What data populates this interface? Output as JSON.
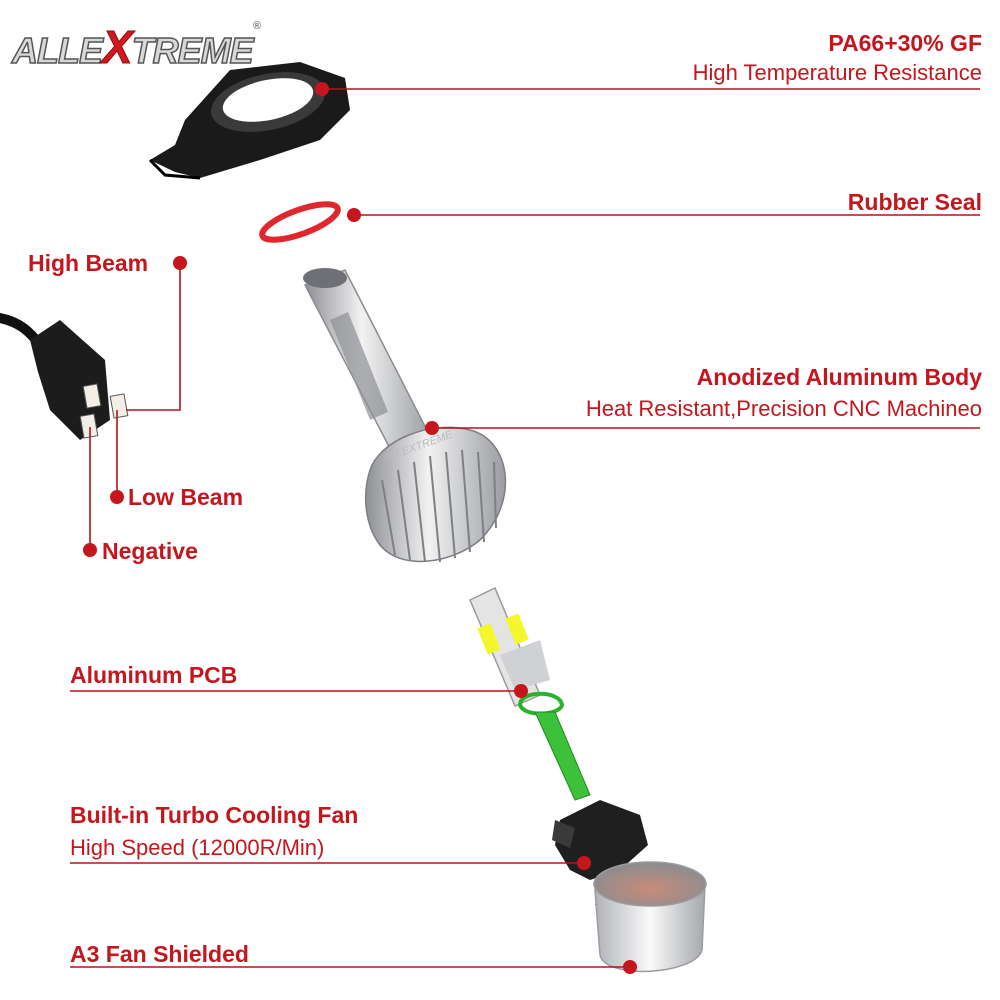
{
  "logo": {
    "part1": "ALLE",
    "part2": "X",
    "part3": "TREME",
    "registered": "®"
  },
  "labels": {
    "housing_title": "PA66+30% GF",
    "housing_sub": "High Temperature Resistance",
    "rubber_seal": "Rubber Seal",
    "high_beam": "High Beam",
    "body_title": "Anodized Aluminum Body",
    "body_sub": "Heat Resistant,Precision CNC Machineo",
    "low_beam": "Low Beam",
    "negative": "Negative",
    "pcb": "Aluminum PCB",
    "fan_title": "Built-in Turbo Cooling Fan",
    "fan_sub": "High Speed (12000R/Min)",
    "shield": "A3 Fan Shielded"
  },
  "colors": {
    "accent": "#c4161c",
    "line": "#b5121b"
  }
}
